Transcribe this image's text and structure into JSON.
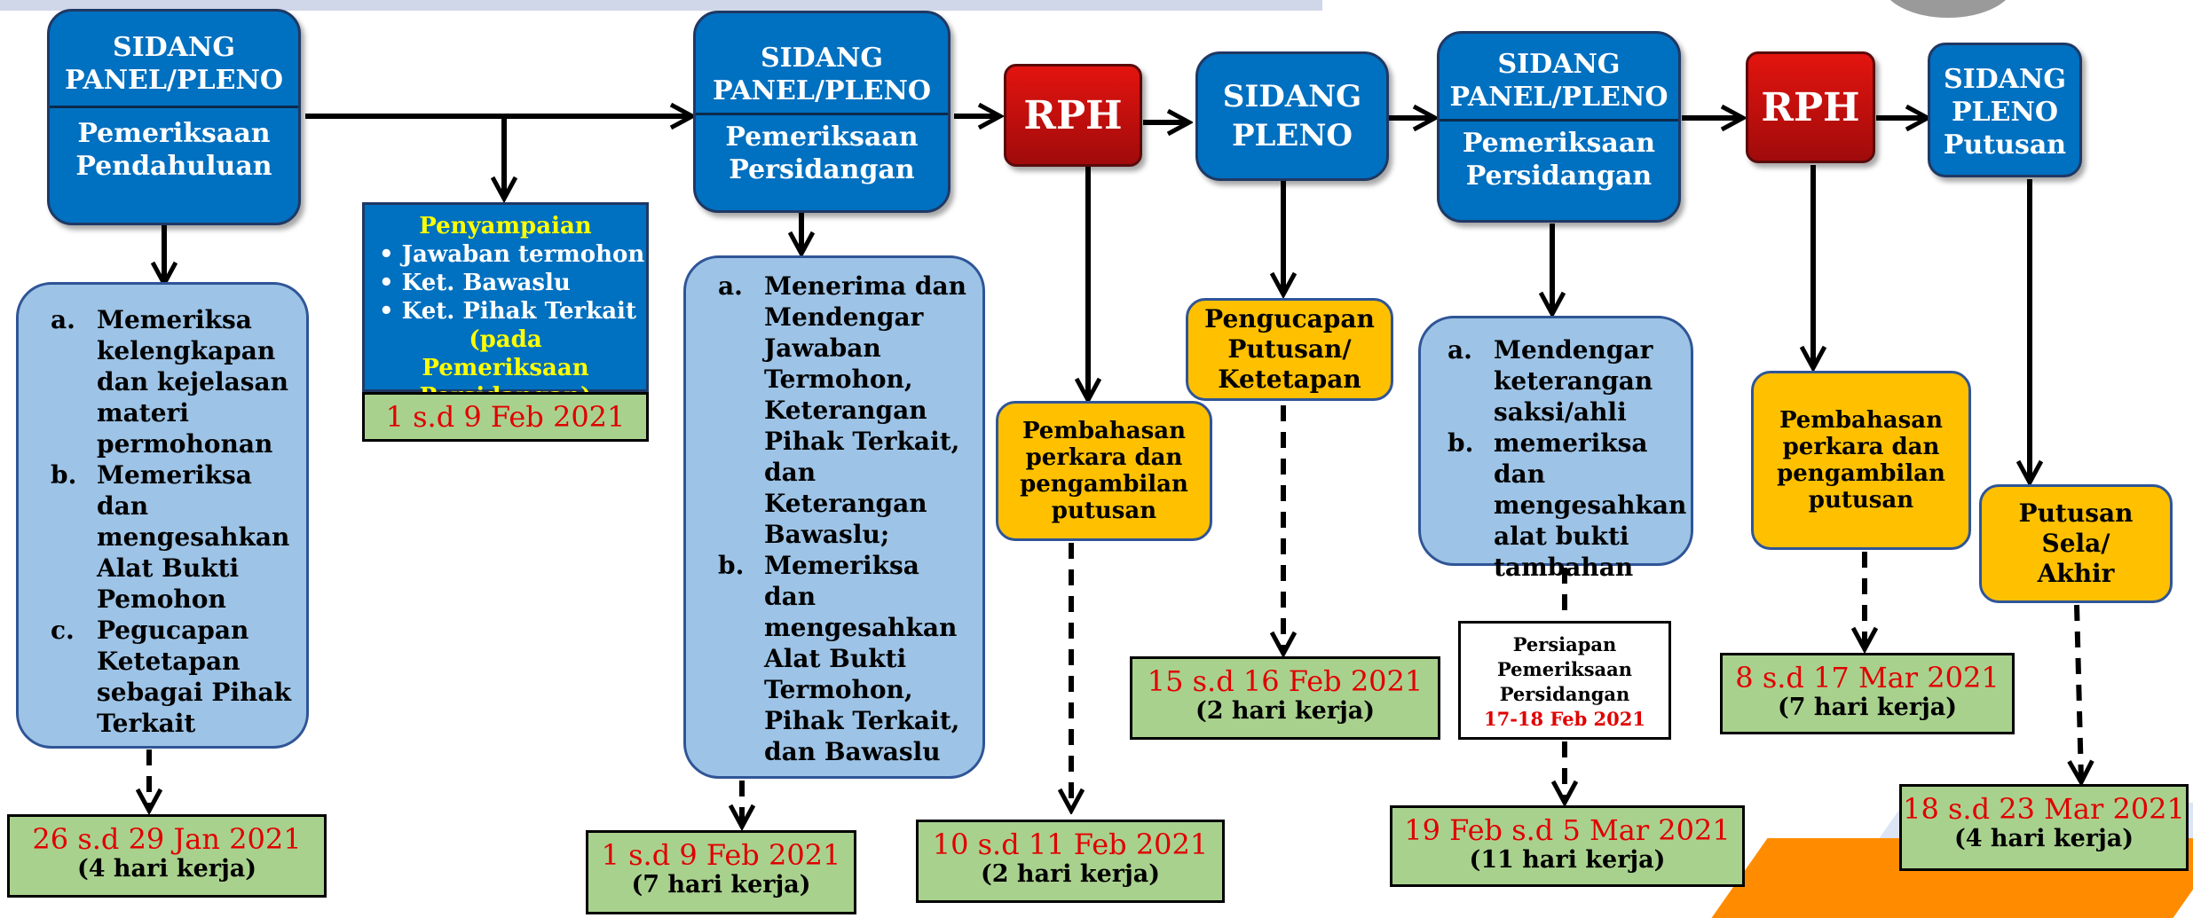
{
  "stage1": {
    "line1": "SIDANG",
    "line2": "PANEL/PLENO",
    "sub1": "Pemeriksaan",
    "sub2": "Pendahuluan"
  },
  "stage1_list": [
    {
      "marker": "a.",
      "text": "Memeriksa kelengkapan dan kejelasan materi permohonan"
    },
    {
      "marker": "b.",
      "text": "Memeriksa dan mengesahkan Alat Bukti Pemohon"
    },
    {
      "marker": "c.",
      "text": "Pegucapan Ketetapan sebagai Pihak Terkait"
    }
  ],
  "stage1_date": {
    "dates": "26 s.d 29 Jan 2021",
    "days": "(4 hari kerja)"
  },
  "submission": {
    "title": "Penyampaian",
    "bullets": [
      "• Jawaban termohon",
      "• Ket. Bawaslu",
      "• Ket. Pihak Terkait"
    ],
    "note": "(pada Pemeriksaan Persidangan)"
  },
  "submission_date": {
    "dates": "1 s.d 9 Feb 2021"
  },
  "stage2": {
    "line1": "SIDANG",
    "line2": "PANEL/PLENO",
    "sub1": "Pemeriksaan",
    "sub2": "Persidangan"
  },
  "stage2_list": [
    {
      "marker": "a.",
      "text": "Menerima dan Mendengar Jawaban Termohon, Keterangan Pihak Terkait, dan Keterangan Bawaslu;"
    },
    {
      "marker": "b.",
      "text": "Memeriksa dan mengesahkan Alat Bukti Termohon, Pihak Terkait, dan Bawaslu"
    }
  ],
  "stage2_date": {
    "dates": "1 s.d 9 Feb 2021",
    "days": "(7 hari kerja)"
  },
  "rph1": {
    "label": "RPH",
    "note": "Pembahasan perkara dan pengambilan putusan"
  },
  "rph1_date": {
    "dates": "10 s.d 11 Feb 2021",
    "days": "(2 hari kerja)"
  },
  "stage3": {
    "line1": "SIDANG",
    "line2": "PLENO",
    "note": "Pengucapan Putusan/ Ketetapan"
  },
  "stage3_date": {
    "dates": "15 s.d 16 Feb 2021",
    "days": "(2 hari kerja)"
  },
  "stage4": {
    "line1": "SIDANG",
    "line2": "PANEL/PLENO",
    "sub1": "Pemeriksaan",
    "sub2": "Persidangan"
  },
  "stage4_list": [
    {
      "marker": "a.",
      "text": "Mendengar keterangan saksi/ahli"
    },
    {
      "marker": "b.",
      "text": "memeriksa dan mengesahkan alat bukti tambahan"
    }
  ],
  "prep": {
    "line1": "Persiapan",
    "line2": "Pemeriksaan",
    "line3": "Persidangan",
    "dates": "17-18 Feb 2021"
  },
  "stage4_date": {
    "dates": "19 Feb s.d 5 Mar 2021",
    "days": "(11 hari kerja)"
  },
  "rph2": {
    "label": "RPH",
    "note": "Pembahasan perkara dan pengambilan putusan"
  },
  "rph2_date": {
    "dates": "8 s.d 17 Mar 2021",
    "days": "(7 hari kerja)"
  },
  "stage5": {
    "line1": "SIDANG",
    "line2": "PLENO",
    "line3": "Putusan",
    "note": "Putusan Sela/ Akhir"
  },
  "stage5_date": {
    "dates": "18 s.d 23 Mar 2021",
    "days": "(4 hari kerja)"
  },
  "colors": {
    "blue": "#0070c0",
    "light_blue": "#9dc3e6",
    "red": "#c00000",
    "yellow": "#ffc000",
    "green": "#a9d18e",
    "date_red": "#e00000",
    "highlight_yellow": "#ffff00",
    "decor_orange": "#ff8c00"
  }
}
